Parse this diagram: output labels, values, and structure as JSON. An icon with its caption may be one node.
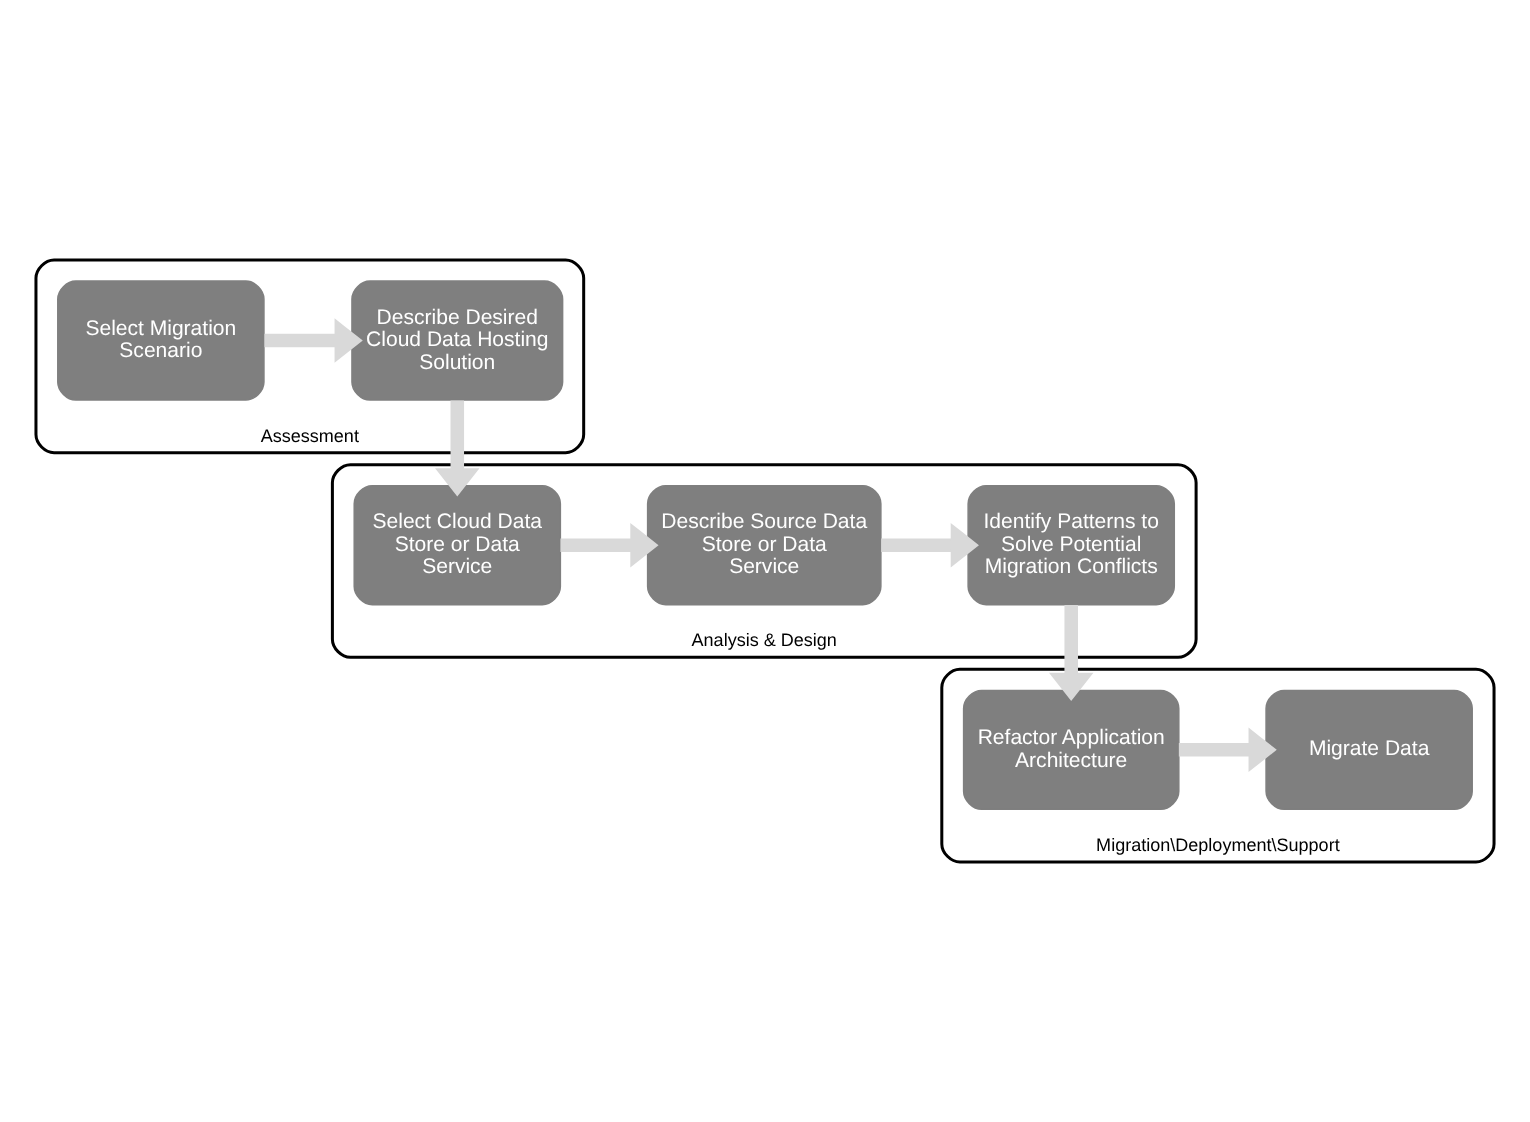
{
  "diagram": {
    "nodes": [
      {
        "text": [
          "Assessment"
        ]
      },
      {
        "text": [
          "Select Migration Scenario"
        ],
        "in": 0
      },
      {
        "text": [
          "Describe Desired Cloud Data Hosting Solution"
        ],
        "in": 0
      },
      {
        "text": [
          "Analysis & Design"
        ]
      },
      {
        "text": [
          "Identify Patterns to Solve Potential Migration Conflicts"
        ],
        "in": 3
      },
      {
        "text": [
          "Describe Source Data Store or Data Service"
        ],
        "in": 3
      },
      {
        "text": [
          "Select Cloud Data Store or Data Service"
        ],
        "in": 3
      },
      {
        "text": [
          "Migration\\Deployment\\Support"
        ]
      },
      {
        "text": [
          "Refactor Application Architecture"
        ],
        "in": 7
      },
      {
        "text": [
          "Migrate Data"
        ],
        "in": 7
      }
    ],
    "edges": [
      {
        "from": 1,
        "to": 2,
        "arrow": "to"
      },
      {
        "from": 2,
        "to": 6,
        "arrow": "to"
      },
      {
        "from": 6,
        "to": 5,
        "arrow": "to"
      },
      {
        "from": 5,
        "to": 4,
        "arrow": "to"
      },
      {
        "from": 4,
        "to": 8,
        "arrow": "to"
      },
      {
        "from": 8,
        "to": 9,
        "arrow": "to"
      }
    ]
  }
}
